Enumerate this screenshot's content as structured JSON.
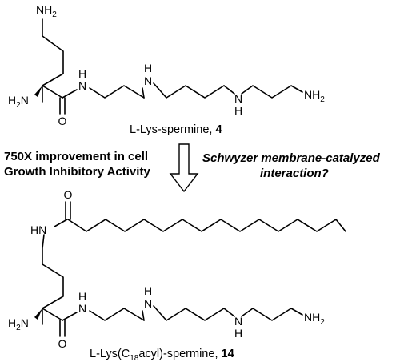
{
  "atoms": {
    "nh2": "NH",
    "h2n": "H",
    "two": "2",
    "n": "N",
    "h": "H",
    "hn": "HN",
    "o": "O"
  },
  "compound_a": {
    "name_prefix": "L-Lys-spermine, ",
    "number": "4"
  },
  "compound_b": {
    "name_prefix": "L-Lys(C",
    "subscript": "18",
    "name_middle": "acyl)-spermine, ",
    "number": "14"
  },
  "left_note": {
    "line1": "750X improvement in cell",
    "line2": "Growth Inhibitory Activity"
  },
  "right_note": {
    "line1": "Schwyzer membrane-catalyzed",
    "line2": "interaction?"
  }
}
